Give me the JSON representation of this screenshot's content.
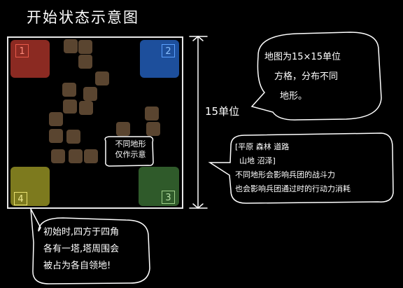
{
  "title": "开始状态示意图",
  "corners": [
    {
      "label": "1",
      "color": "#8b2a22",
      "border": "#e85a4a"
    },
    {
      "label": "2",
      "color": "#1d4f9c",
      "border": "#5aa0ff"
    },
    {
      "label": "3",
      "color": "#2f5a2a",
      "border": "#9fd08a"
    },
    {
      "label": "4",
      "color": "#7d7a1e",
      "border": "#e8e070"
    }
  ],
  "tile_color": "#5a4530",
  "dimension_label": "15单位",
  "terrain_note": {
    "line1": "不同地形",
    "line2": "仅作示意"
  },
  "map_note": {
    "line1": "地图为15×15单位",
    "line2": "方格，分布不同",
    "line3": "地形。"
  },
  "terrain_bubble": {
    "line1": "[平原  森林  道路",
    "line2": "山地  沼泽]",
    "line3": "不同地形会影响兵团的战斗力",
    "line4": "也会影响兵团通过时的行动力消耗"
  },
  "start_bubble": {
    "line1": "初始时,四方于四角",
    "line2": "各有一塔,塔周围会",
    "line3": "被占为各自领地!"
  }
}
